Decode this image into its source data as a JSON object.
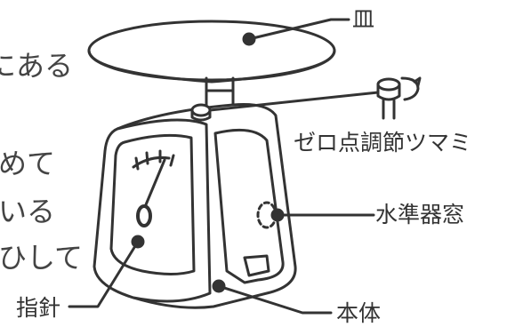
{
  "labels": {
    "plate": "皿",
    "zero_knob": "ゼロ点調節ツマミ",
    "level_window": "水準器窓",
    "pointer": "指針",
    "body": "本体"
  },
  "background_text": {
    "line1": "にある",
    "line2": "めて",
    "line3": "いる",
    "line4": "ひして"
  },
  "colors": {
    "line": "#333333",
    "background": "#ffffff",
    "text": "#333333"
  }
}
